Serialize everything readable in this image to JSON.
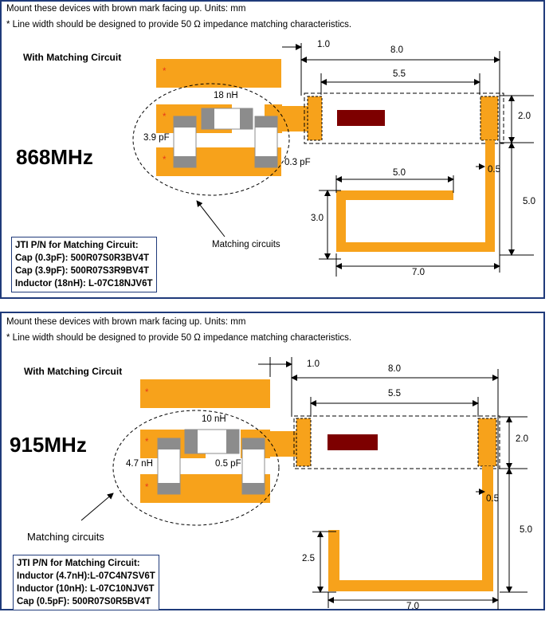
{
  "colors": {
    "trace": "#f7a21b",
    "component_gray": "#8c8c8c",
    "brown_mark": "#7d0000",
    "border": "#1f3a7a",
    "asterisk": "#e83a1a"
  },
  "panels": [
    {
      "note1": "Mount these devices with brown mark facing up. Units: mm",
      "note2": "* Line width should be designed to provide 50 Ω impedance matching characteristics.",
      "heading": "With Matching Circuit",
      "frequency": "868MHz",
      "asterisk": "*",
      "labels": {
        "inductor": "18 nH",
        "cap_left": "3.9 pF",
        "cap_right": "0.3 pF",
        "matching": "Matching circuits"
      },
      "dims": {
        "d1": "1.0",
        "d2": "8.0",
        "d3": "5.5",
        "d4": "2.0",
        "d5": "0.5",
        "d6": "5.0",
        "d7": "5.0",
        "d8": "3.0",
        "d9": "7.0"
      },
      "pn_title": "JTI P/N for Matching Circuit:",
      "pn_lines": [
        "Cap (0.3pF): 500R07S0R3BV4T",
        "Cap (3.9pF): 500R07S3R9BV4T",
        "Inductor (18nH): L-07C18NJV6T"
      ]
    },
    {
      "note1": "Mount these devices with brown mark facing up. Units: mm",
      "note2": "* Line width should be designed to provide 50 Ω impedance matching characteristics.",
      "heading": "With Matching Circuit",
      "frequency": "915MHz",
      "asterisk": "*",
      "labels": {
        "inductor": "10 nH",
        "cap_left": "4.7 nH",
        "cap_right": "0.5 pF",
        "matching": "Matching circuits"
      },
      "dims": {
        "d1": "1.0",
        "d2": "8.0",
        "d3": "5.5",
        "d4": "2.0",
        "d5": "0.5",
        "d6": "5.0",
        "d8": "2.5",
        "d9": "7.0"
      },
      "pn_title": "JTI P/N for Matching Circuit:",
      "pn_lines": [
        "Inductor (4.7nH):L-07C4N7SV6T",
        "Inductor (10nH): L-07C10NJV6T",
        "Cap (0.5pF): 500R07S0R5BV4T"
      ]
    }
  ]
}
